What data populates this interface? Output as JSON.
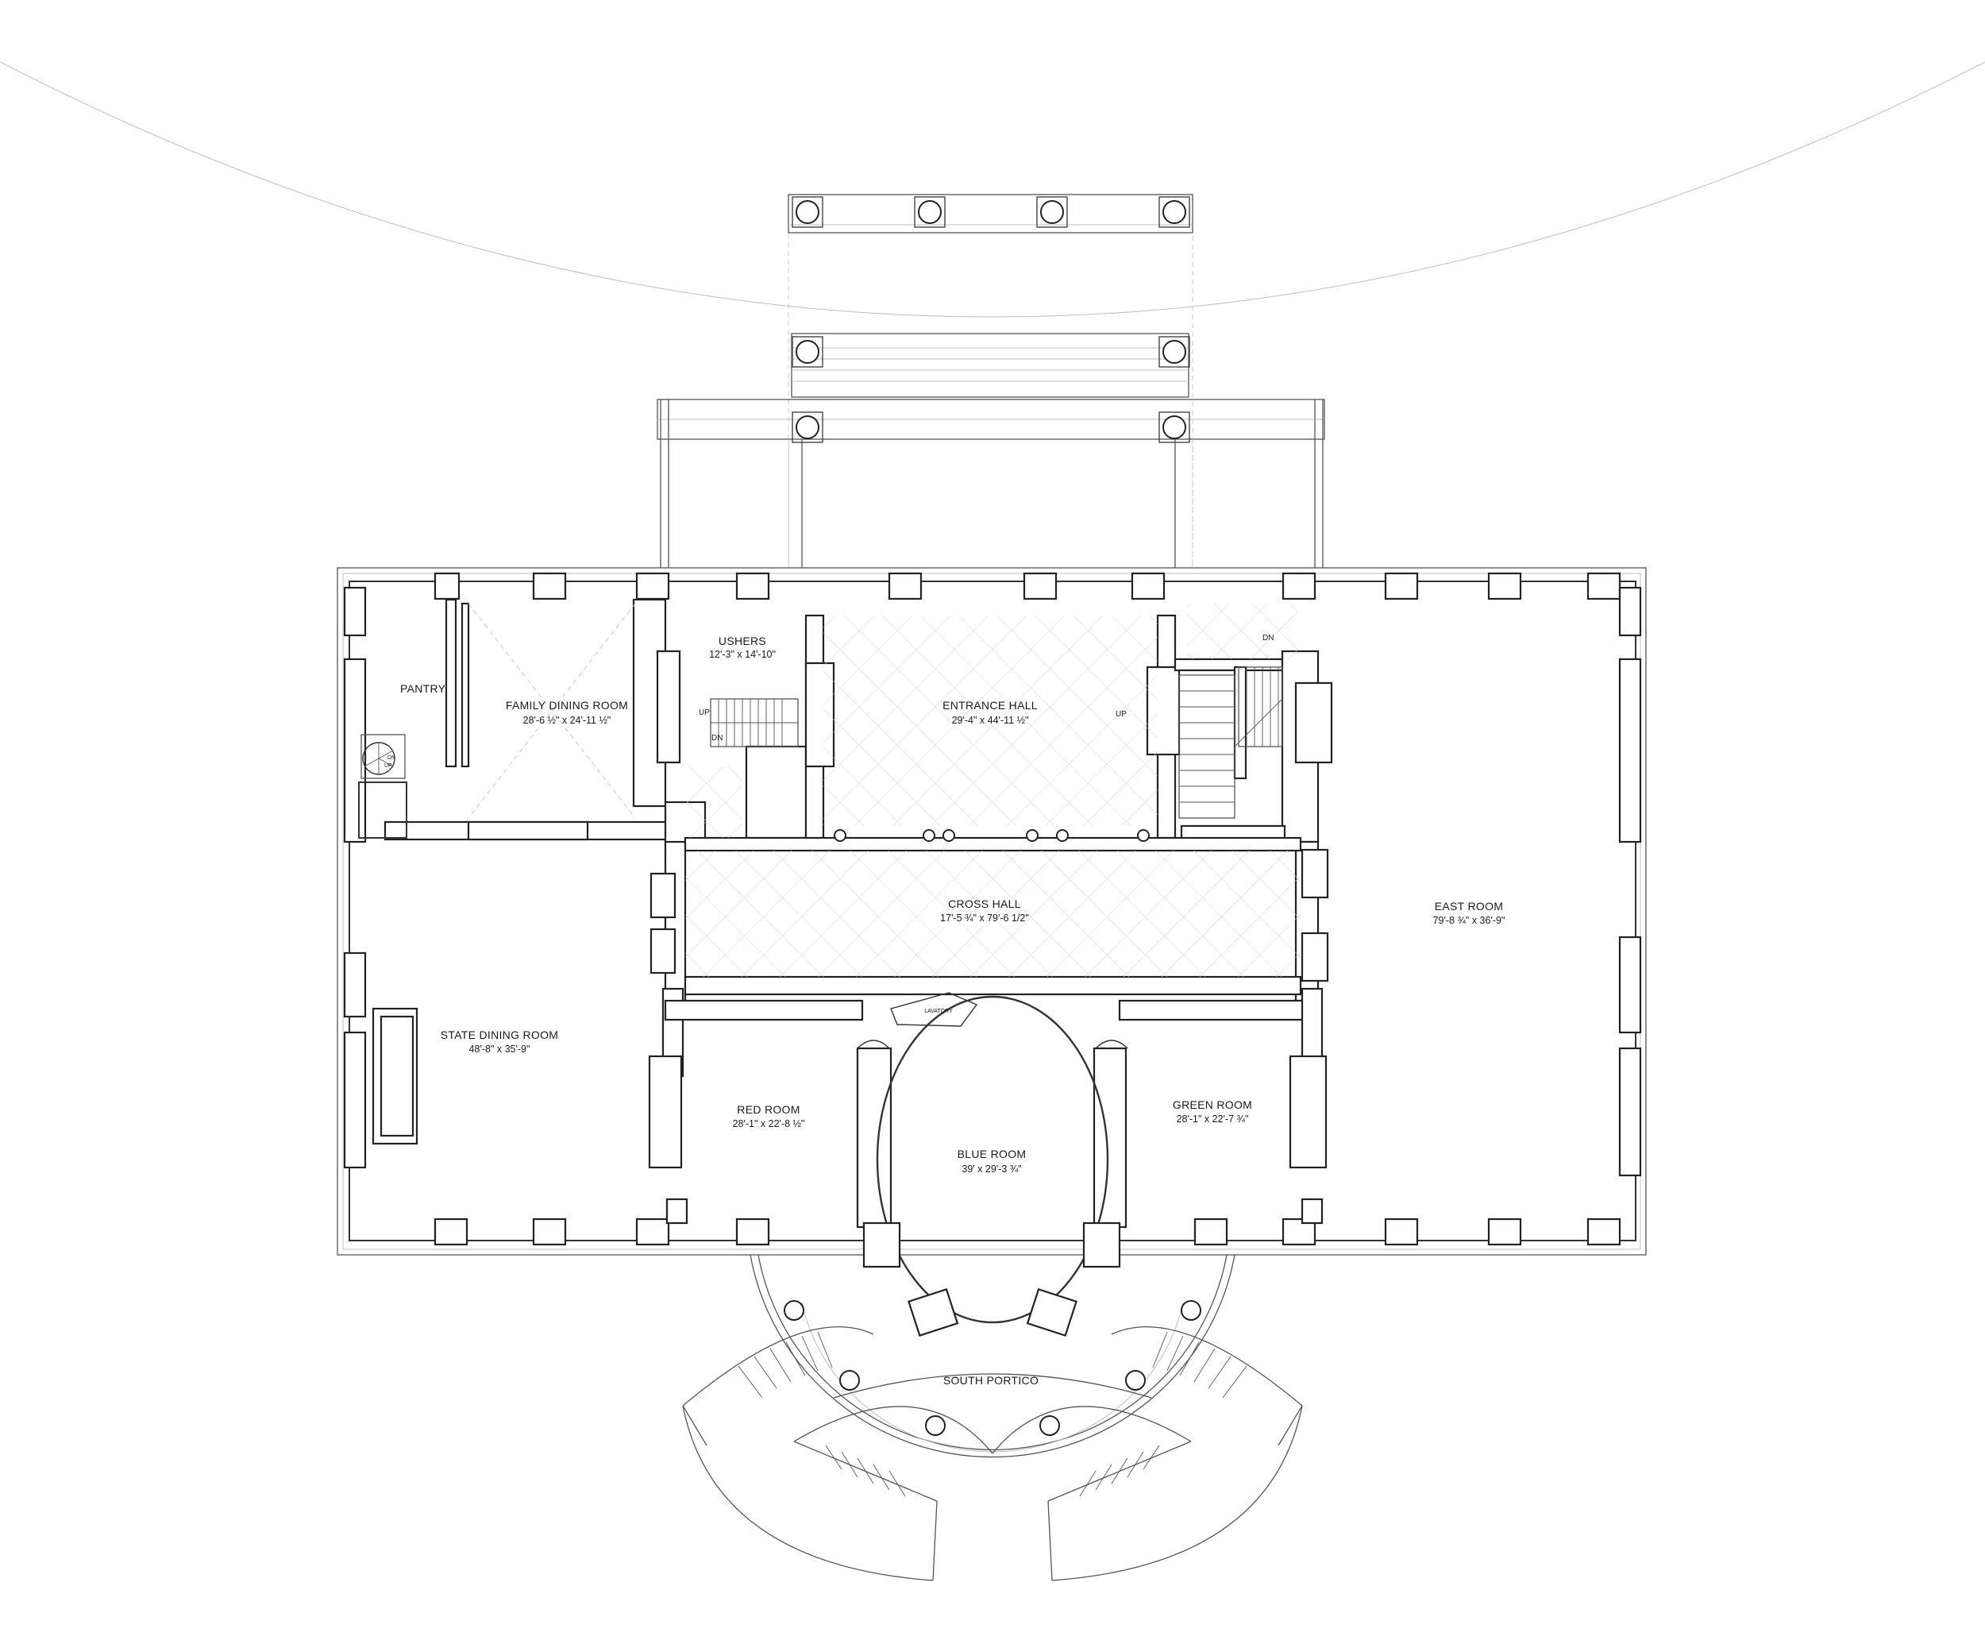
{
  "rooms": {
    "pantry": {
      "name": "PANTRY"
    },
    "family_dining": {
      "name": "FAMILY DINING ROOM",
      "dim": "28'-6 ½\" x 24'-11 ½\""
    },
    "ushers": {
      "name": "USHERS",
      "dim": "12'-3\" x 14'-10\""
    },
    "entrance_hall": {
      "name": "ENTRANCE HALL",
      "dim": "29'-4\" x 44'-11 ½\""
    },
    "cross_hall": {
      "name": "CROSS HALL",
      "dim": "17'-5 ¾\" x 79'-6 1/2\""
    },
    "east_room": {
      "name": "EAST ROOM",
      "dim": "79'-8 ¾\" x 36'-9\""
    },
    "state_dining": {
      "name": "STATE DINING ROOM",
      "dim": "48'-8\" x 35'-9\""
    },
    "red_room": {
      "name": "RED ROOM",
      "dim": "28'-1\" x 22'-8 ½\""
    },
    "blue_room": {
      "name": "BLUE ROOM",
      "dim": "39' x 29'-3 ¾\""
    },
    "green_room": {
      "name": "GREEN ROOM",
      "dim": "28'-1\" x 22'-7 ¾\""
    },
    "south_portico": {
      "name": "SOUTH PORTICO"
    },
    "lavatory": {
      "name": "LAVATORY"
    }
  },
  "stair_labels": {
    "ushers_up": "UP",
    "ushers_dn": "DN",
    "east_up": "UP",
    "east_dn": "DN",
    "pantry_dn": "DN",
    "pantry_up": "UP"
  }
}
